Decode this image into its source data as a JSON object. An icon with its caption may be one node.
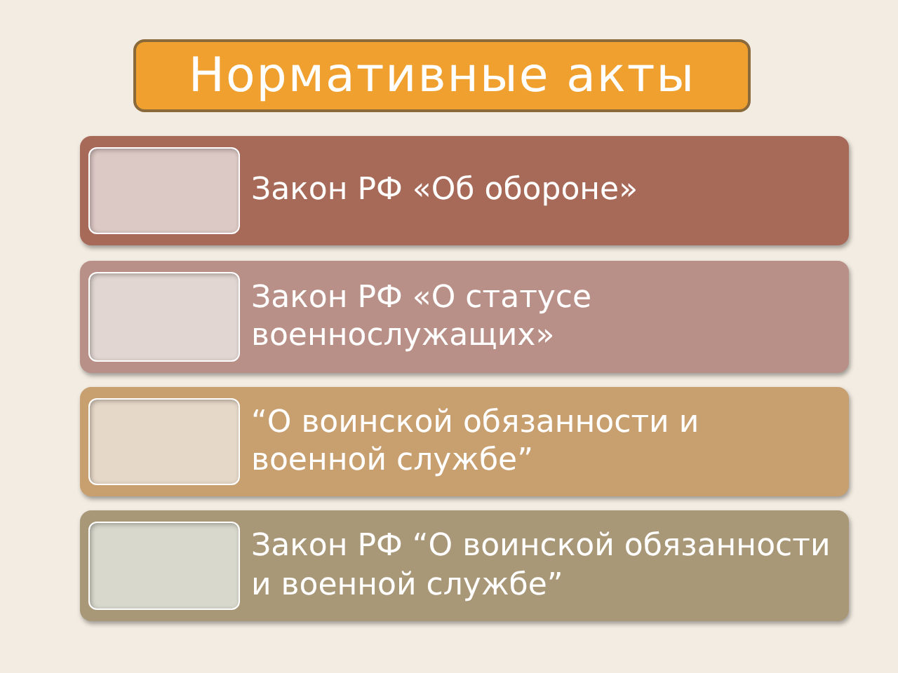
{
  "diagram": {
    "nodes": [
      {
        "text": [
          "Нормативные акты"
        ]
      },
      {
        "text": [
          "Закон РФ «Об обороне»"
        ]
      },
      {
        "text": [],
        "shape": "box",
        "in": 1
      },
      {
        "text": [
          "Закон РФ «О статусе военнослужащих»"
        ]
      },
      {
        "text": [],
        "shape": "box",
        "in": 3
      },
      {
        "text": [
          "“О воинской обязанности и военной службе”"
        ]
      },
      {
        "text": [],
        "shape": "box",
        "in": 5
      },
      {
        "text": [
          "Закон РФ “О воинской обязанности и военной службе”"
        ]
      },
      {
        "text": [],
        "shape": "box",
        "in": 7
      }
    ],
    "edges": []
  }
}
